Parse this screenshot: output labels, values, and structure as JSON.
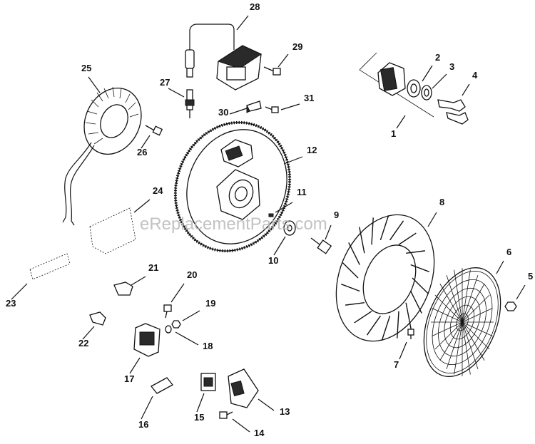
{
  "watermark": "eReplacementParts.com",
  "part_numbers": [
    "1",
    "2",
    "3",
    "4",
    "5",
    "6",
    "7",
    "8",
    "9",
    "10",
    "11",
    "12",
    "13",
    "14",
    "15",
    "16",
    "17",
    "18",
    "19",
    "20",
    "21",
    "22",
    "23",
    "24",
    "25",
    "26",
    "27",
    "28",
    "29",
    "30",
    "31"
  ]
}
